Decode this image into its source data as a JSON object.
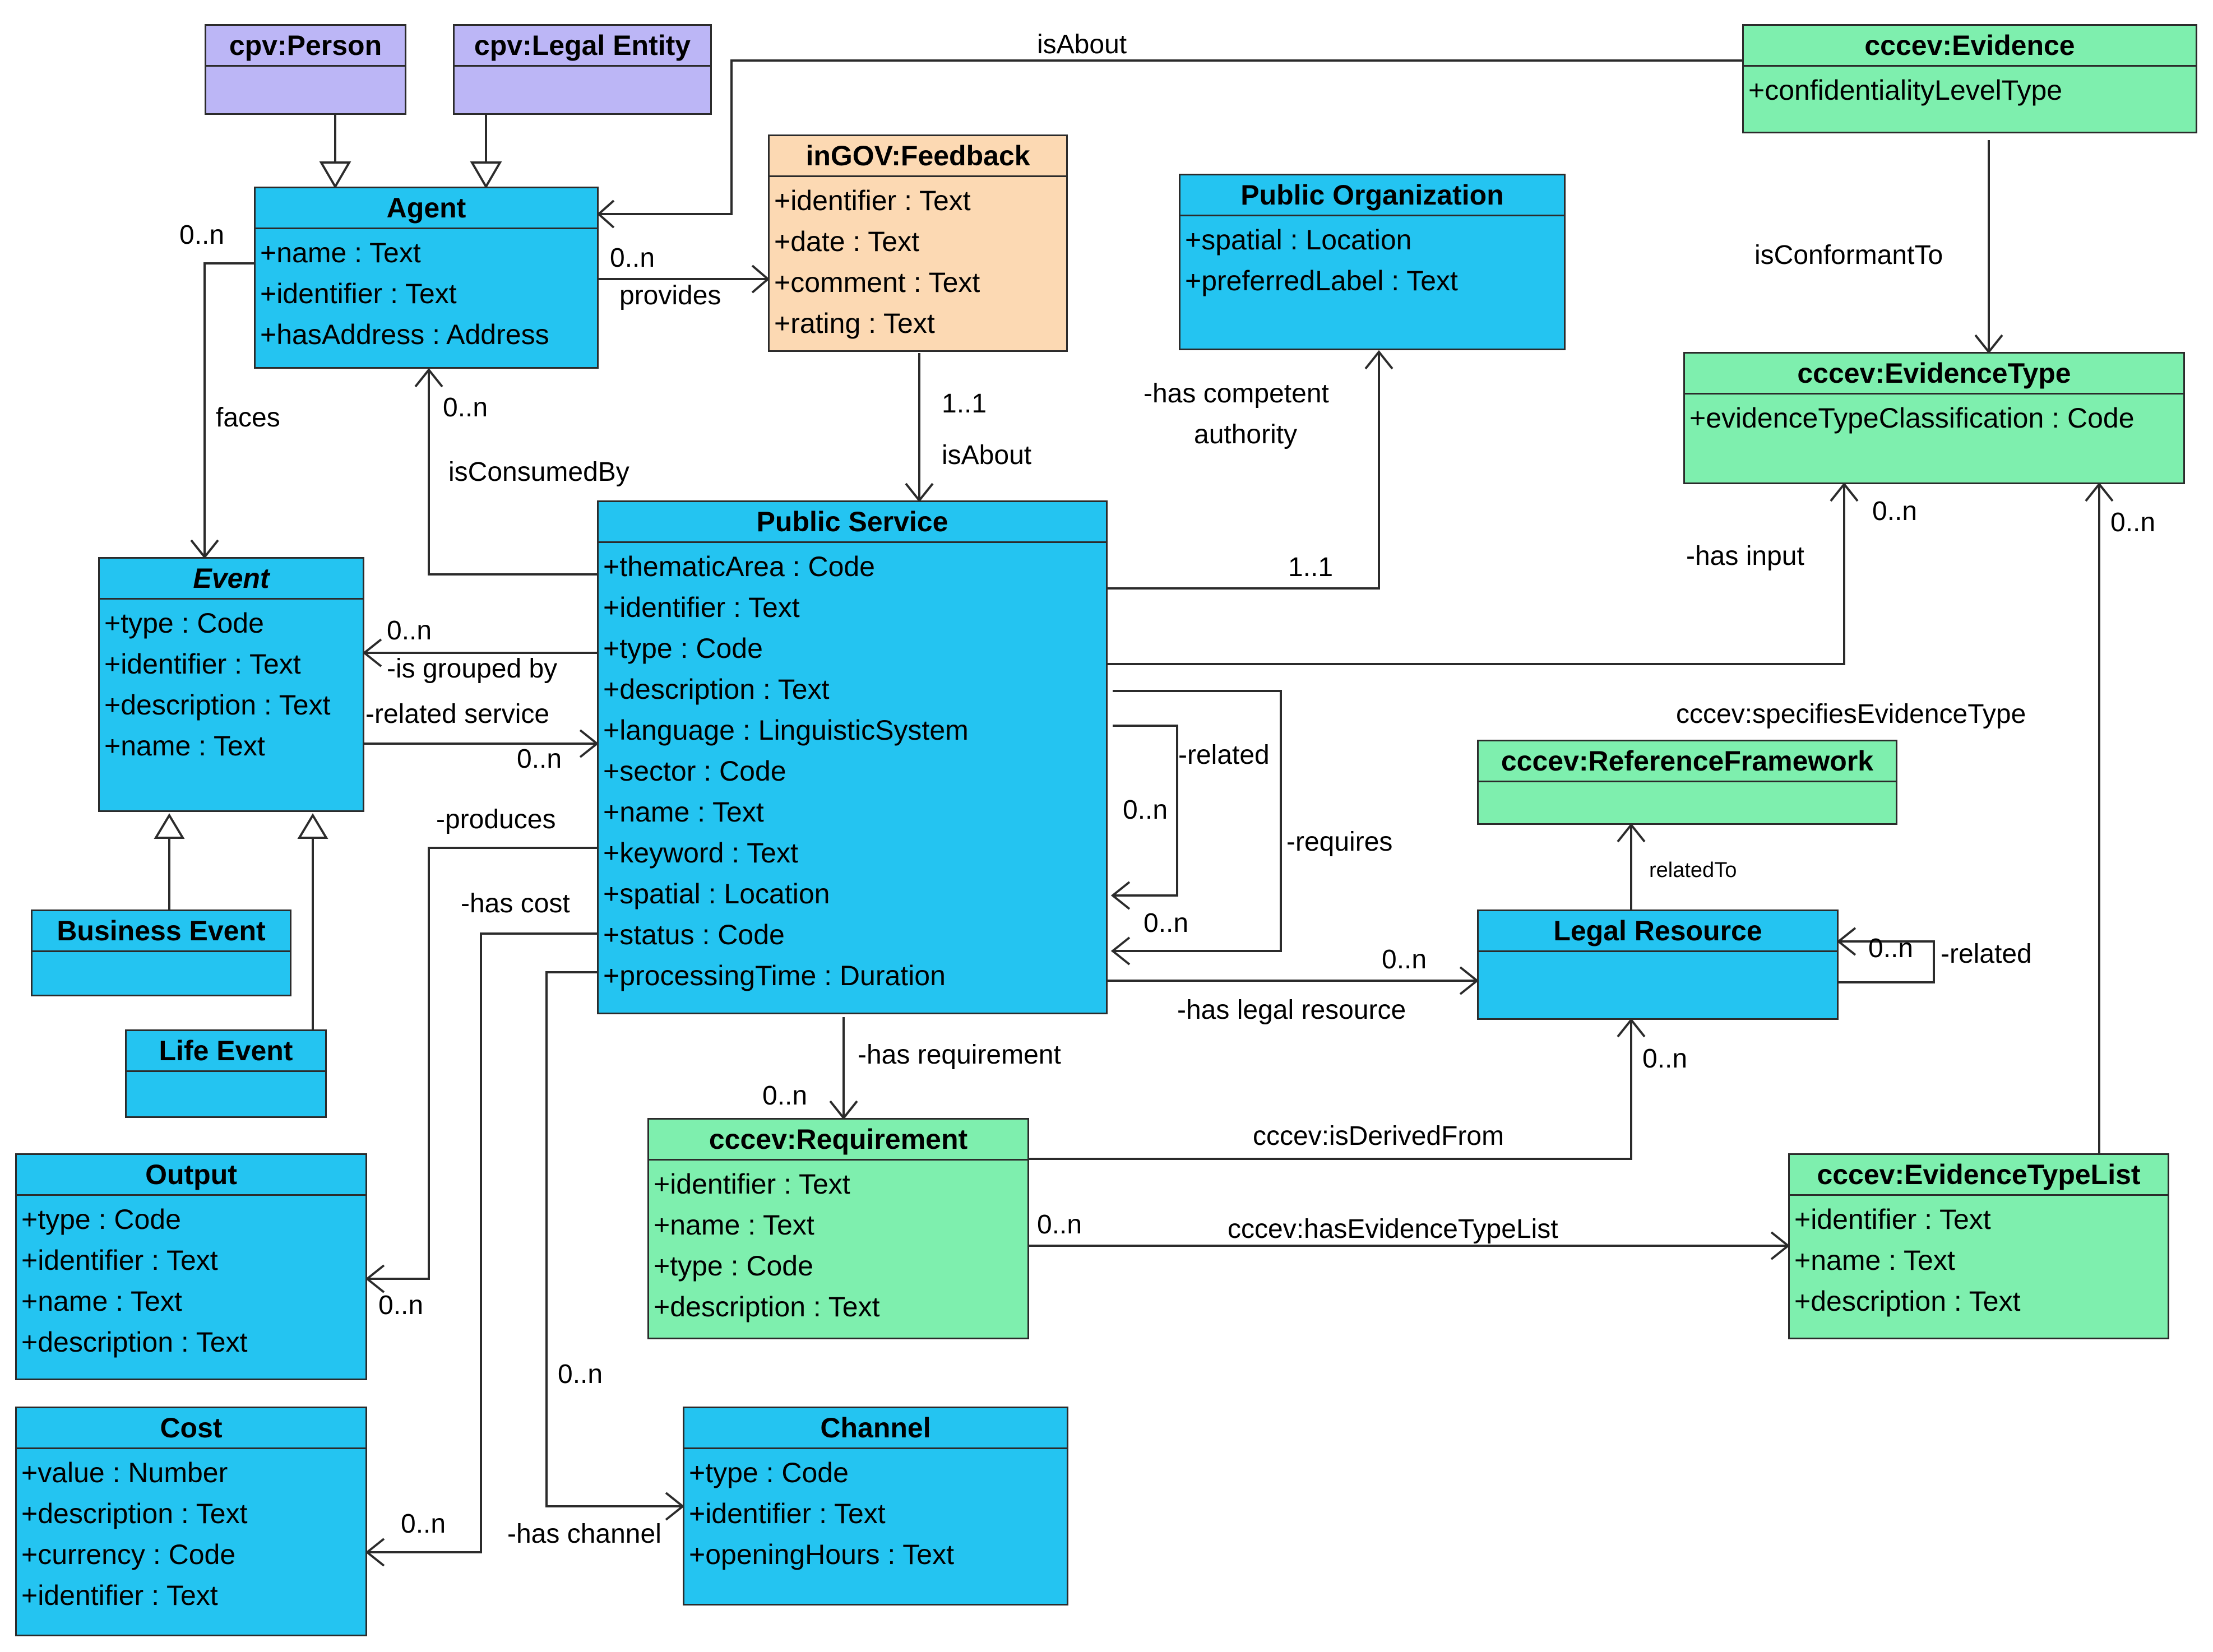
{
  "classes": {
    "person": {
      "name": "cpv:Person",
      "attributes": []
    },
    "legal_entity": {
      "name": "cpv:Legal Entity",
      "attributes": []
    },
    "evidence": {
      "name": "cccev:Evidence",
      "attributes": [
        "+confidentialityLevelType"
      ]
    },
    "agent": {
      "name": "Agent",
      "attributes": [
        "+name : Text",
        "+identifier : Text",
        "+hasAddress : Address"
      ]
    },
    "feedback": {
      "name": "inGOV:Feedback",
      "attributes": [
        "+identifier : Text",
        "+date : Text",
        "+comment : Text",
        "+rating : Text"
      ]
    },
    "public_org": {
      "name": "Public Organization",
      "attributes": [
        "+spatial : Location",
        "+preferredLabel : Text"
      ]
    },
    "evidence_type": {
      "name": "cccev:EvidenceType",
      "attributes": [
        "+evidenceTypeClassification : Code"
      ]
    },
    "event": {
      "name": "Event",
      "attributes": [
        "+type : Code",
        "+identifier : Text",
        "+description : Text",
        "+name : Text"
      ]
    },
    "public_service": {
      "name": "Public Service",
      "attributes": [
        "+thematicArea : Code",
        "+identifier : Text",
        "+type : Code",
        "+description : Text",
        "+language : LinguisticSystem",
        "+sector : Code",
        "+name : Text",
        "+keyword : Text",
        "+spatial : Location",
        "+status : Code",
        "+processingTime : Duration"
      ]
    },
    "reference_framework": {
      "name": "cccev:ReferenceFramework",
      "attributes": []
    },
    "business_event": {
      "name": "Business Event",
      "attributes": []
    },
    "legal_resource": {
      "name": "Legal Resource",
      "attributes": []
    },
    "life_event": {
      "name": "Life Event",
      "attributes": []
    },
    "output": {
      "name": "Output",
      "attributes": [
        "+type : Code",
        "+identifier : Text",
        "+name : Text",
        "+description : Text"
      ]
    },
    "requirement": {
      "name": "cccev:Requirement",
      "attributes": [
        "+identifier : Text",
        "+name : Text",
        "+type : Code",
        "+description : Text"
      ]
    },
    "evidence_type_list": {
      "name": "cccev:EvidenceTypeList",
      "attributes": [
        "+identifier : Text",
        "+name : Text",
        "+description : Text"
      ]
    },
    "cost": {
      "name": "Cost",
      "attributes": [
        "+value : Number",
        "+description : Text",
        "+currency : Code",
        "+identifier : Text"
      ]
    },
    "channel": {
      "name": "Channel",
      "attributes": [
        "+type : Code",
        "+identifier : Text",
        "+openingHours : Text"
      ]
    }
  },
  "labels": {
    "isabout_top": "isAbout",
    "agent_multiplicity": "0..n",
    "feedback_multiplicity": "0..n",
    "provides": "provides",
    "faces": "faces",
    "agent_consumed_multiplicity": "0..n",
    "is_consumed_by": "isConsumedBy",
    "feedback_service_multiplicity": "1..1",
    "isabout_service": "isAbout",
    "has_competent": "-has competent",
    "authority": "authority",
    "org_multiplicity": "1..1",
    "is_conformant_to": "isConformantTo",
    "evtype_input_multiplicity": "0..n",
    "evtype_list_multiplicity": "0..n",
    "has_input": "-has input",
    "event_group_multiplicity": "0..n",
    "is_grouped_by": "-is grouped by",
    "related_service": "-related service",
    "related_service_multiplicity": "0..n",
    "related": "-related",
    "related_multiplicity_1": "0..n",
    "related_multiplicity_2": "0..n",
    "requires": "-requires",
    "specifies_evidence_type": "cccev:specifiesEvidenceType",
    "related_to": "relatedTo",
    "legal_related_multiplicity": "0..n",
    "legal_related": "-related",
    "legal_resource_multiplicity": "0..n",
    "has_legal_resource": "-has legal resource",
    "produces": "-produces",
    "has_cost": "-has cost",
    "has_requirement": "-has requirement",
    "requirement_multiplicity": "0..n",
    "is_derived_from": "cccev:isDerivedFrom",
    "legal_derived_multiplicity": "0..n",
    "evlist_multiplicity": "0..n",
    "has_evidence_type_list": "cccev:hasEvidenceTypeList",
    "output_multiplicity": "0..n",
    "channel_multiplicity": "0..n",
    "cost_multiplicity": "0..n",
    "has_channel": "-has channel"
  },
  "colors": {
    "core_class": "#24c4f1",
    "cccev_class": "#7eefae",
    "cpv_class": "#bcb6f6",
    "ingov_class": "#fcd9b3",
    "line": "#2b2b2b"
  }
}
